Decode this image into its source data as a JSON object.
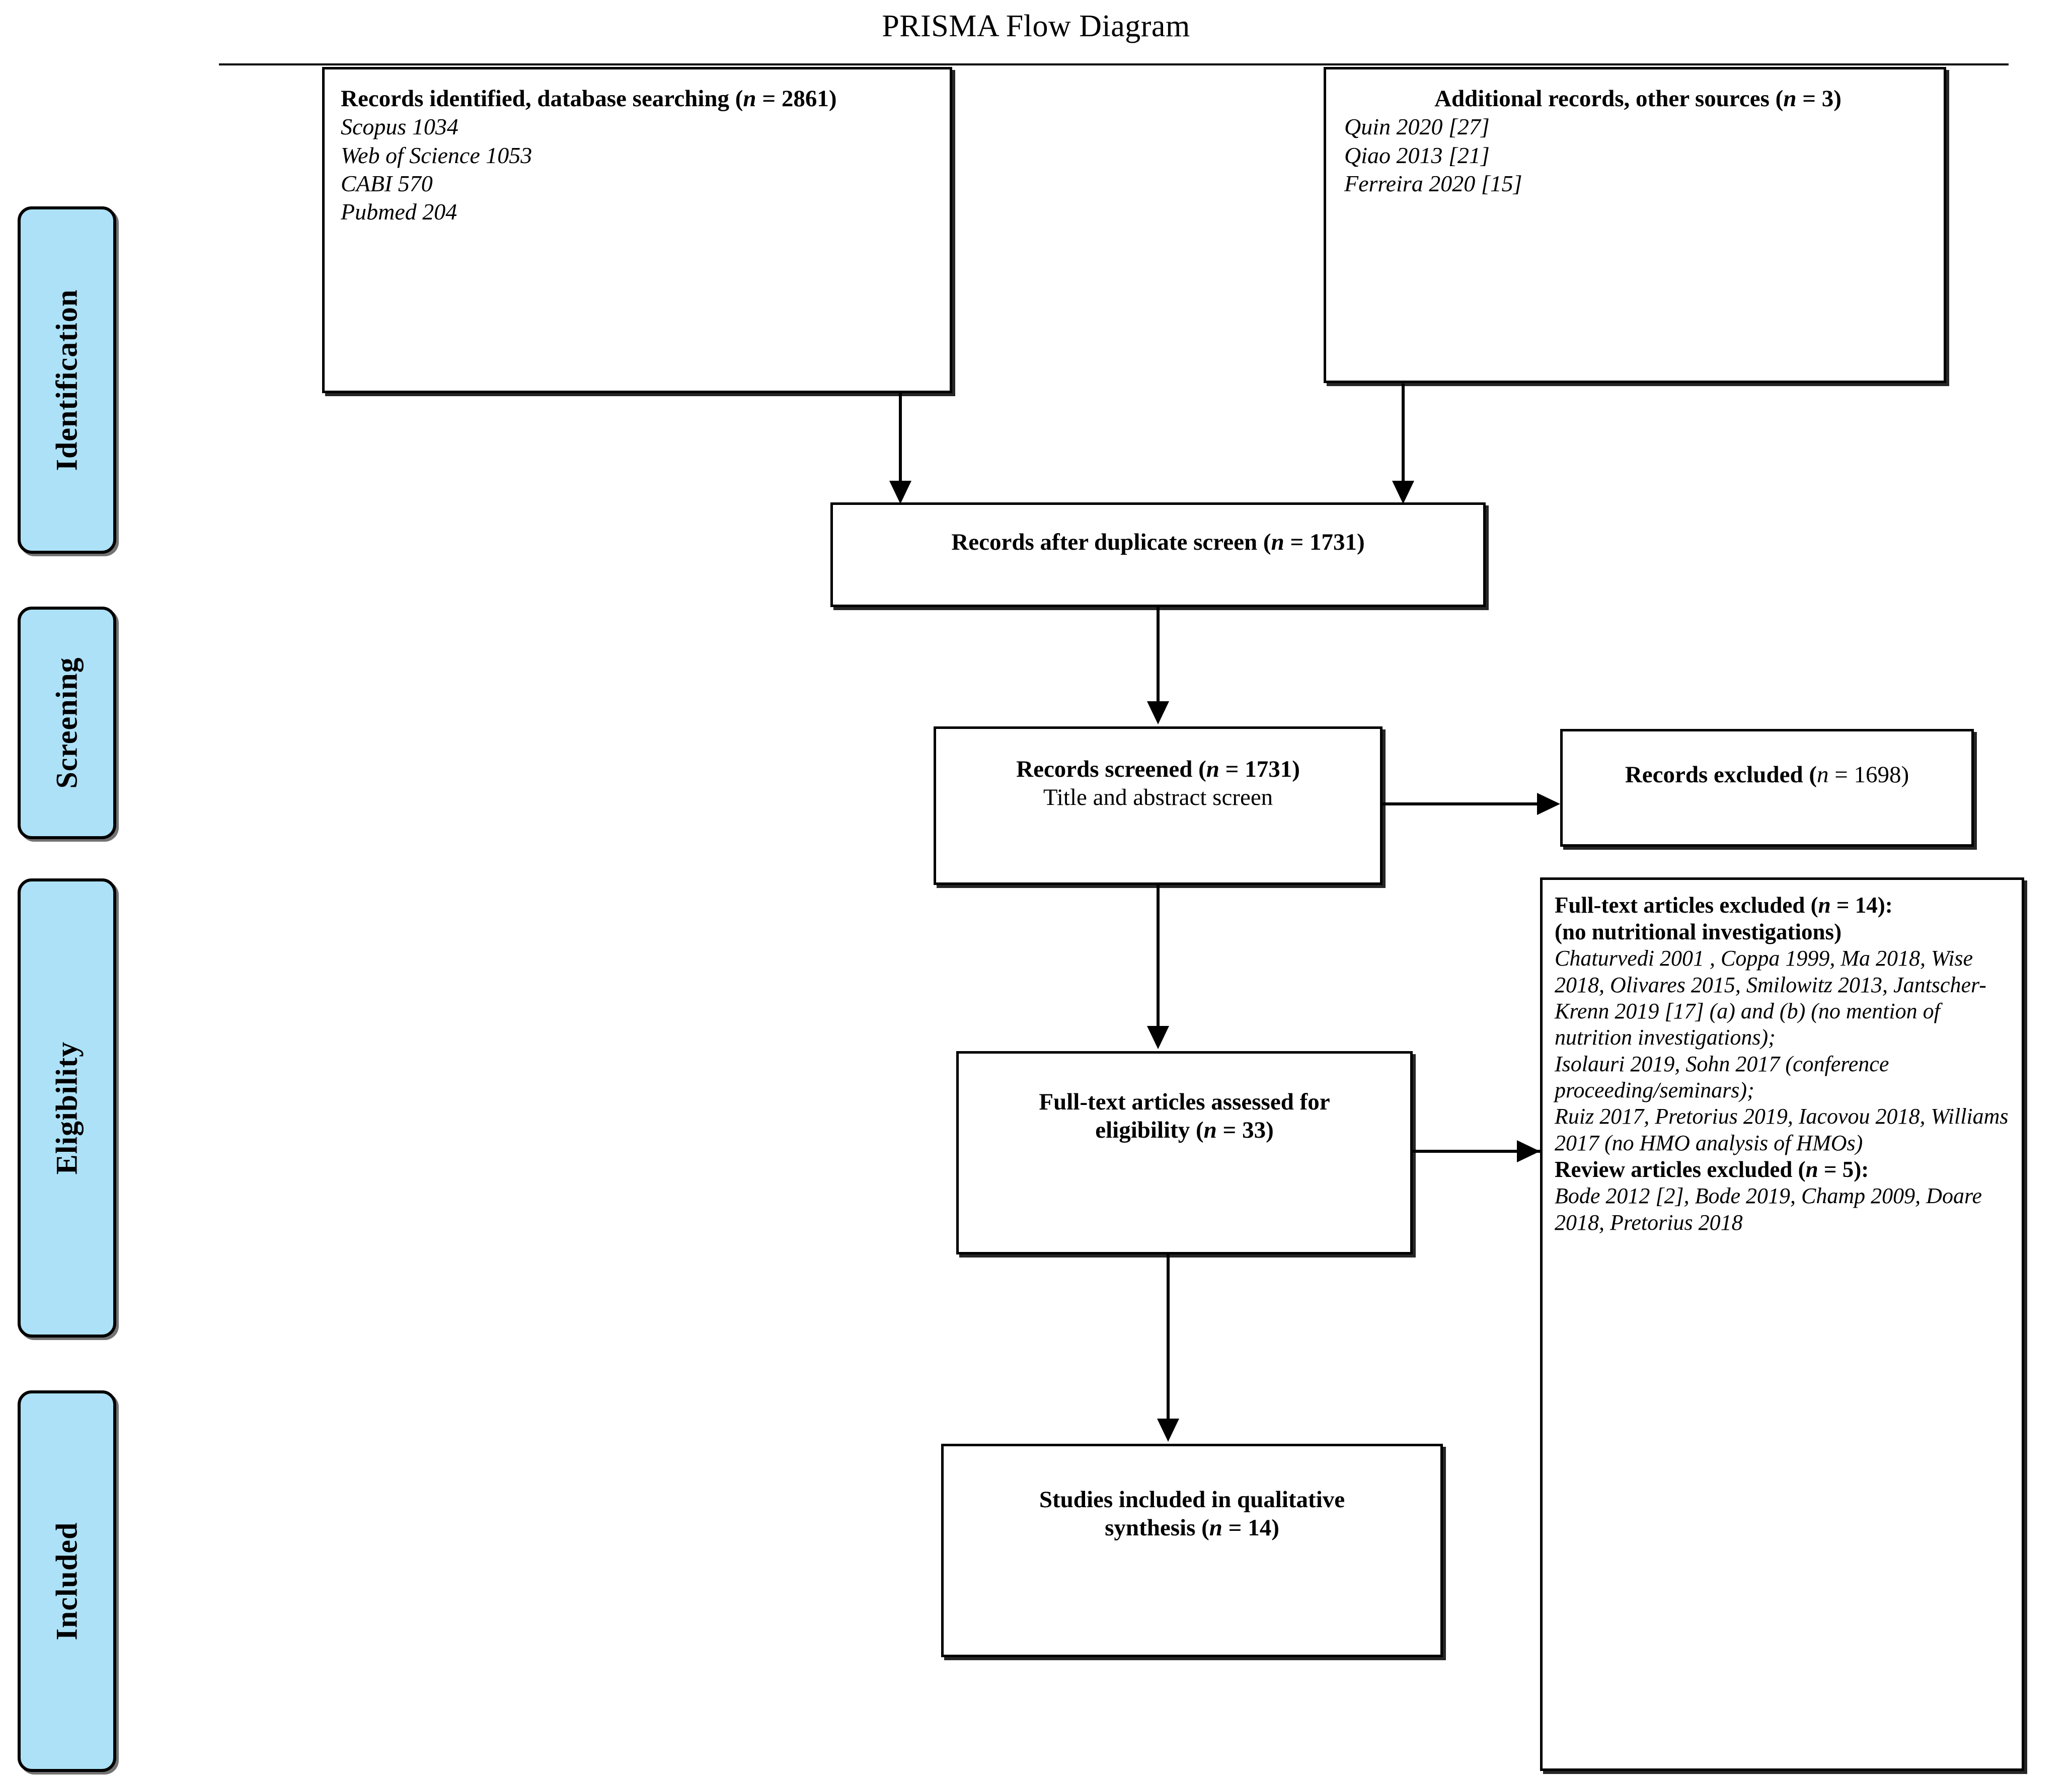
{
  "diagram": {
    "title": "PRISMA Flow Diagram",
    "stages": [
      {
        "label": "Identification"
      },
      {
        "label": "Screening"
      },
      {
        "label": "Eligibility"
      },
      {
        "label": "Included"
      }
    ],
    "boxes": {
      "identified": {
        "heading": "Records identified,  database searching (",
        "n_symbol": "n",
        "n_value": " = 2861)",
        "lines": [
          "Scopus 1034",
          "Web of Science 1053",
          "CABI 570",
          "Pubmed 204"
        ]
      },
      "additional": {
        "heading": "Additional records, other sources (",
        "n_symbol": "n",
        "n_value": " = 3)",
        "lines": [
          "Quin 2020 [27]",
          "Qiao 2013 [21]",
          "Ferreira 2020 [15]"
        ]
      },
      "duplicate": {
        "heading": "Records after duplicate screen (",
        "n_symbol": "n",
        "n_value": " = 1731)"
      },
      "screened": {
        "heading": "Records screened (",
        "n_symbol": "n",
        "n_value": " = 1731)",
        "subtitle": "Title and abstract screen"
      },
      "records_excluded": {
        "heading": "Records excluded (",
        "n_symbol": "n",
        "n_value": " = 1698)"
      },
      "fulltext_assessed": {
        "line1": "Full-text articles assessed for",
        "line2_pre": "eligibility  (",
        "n_symbol": "n",
        "line2_post": " = 33)"
      },
      "fulltext_excluded": {
        "heading_pre": "Full-text articles excluded (",
        "n_symbol": "n",
        "heading_post": " = 14):",
        "heading_line2": "(no nutritional investigations)",
        "body": "Chaturvedi 2001 , Coppa 1999, Ma 2018, Wise 2018, Olivares 2015, Smilowitz 2013, Jantscher-Krenn 2019 [17] (a) and (b) (no mention of nutrition investigations);\nIsolauri 2019, Sohn 2017 (conference proceeding/seminars);\nRuiz 2017, Pretorius 2019, Iacovou 2018, Williams 2017 (no HMO analysis of HMOs)",
        "review_heading_pre": "Review articles excluded (",
        "review_n_symbol": "n",
        "review_heading_post": " = 5):",
        "review_body": "Bode 2012 [2], Bode 2019, Champ 2009, Doare 2018, Pretorius 2018"
      },
      "included": {
        "line1": "Studies included  in qualitative",
        "line2_pre": "synthesis (",
        "n_symbol": "n",
        "line2_post": " = 14)"
      }
    },
    "colors": {
      "stage_fill": "#ADE1F7",
      "line": "#000000",
      "box_fill": "#FFFFFF"
    }
  }
}
